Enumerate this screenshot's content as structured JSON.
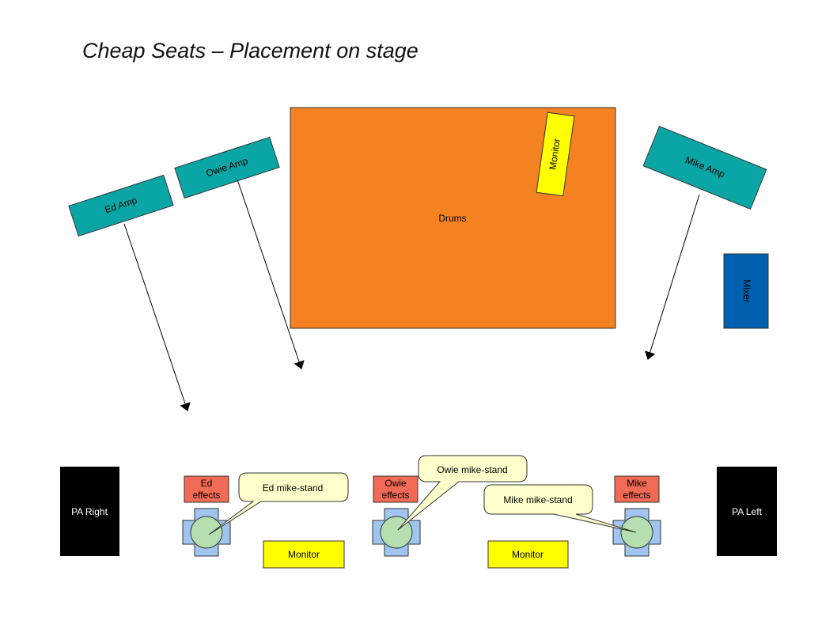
{
  "title": "Cheap Seats – Placement on stage",
  "labels": {
    "drums": "Drums",
    "drum_monitor": "Monitor",
    "ed_amp": "Ed Amp",
    "owie_amp": "Owie Amp",
    "mike_amp": "Mike Amp",
    "mixer": "Mixer",
    "pa_right": "PA Right",
    "pa_left": "PA Left",
    "ed_effects_line1": "Ed",
    "ed_effects_line2": "effects",
    "owie_effects_line1": "Owie",
    "owie_effects_line2": "effects",
    "mike_effects_line1": "Mike",
    "mike_effects_line2": "effects",
    "ed_mike_stand": "Ed mike-stand",
    "owie_mike_stand": "Owie mike-stand",
    "mike_mike_stand": "Mike mike-stand",
    "floor_monitor_left": "Monitor",
    "floor_monitor_right": "Monitor"
  },
  "colors": {
    "drums": "#f58220",
    "amp": "#0aa6a6",
    "mixer": "#0060b0",
    "monitor": "#ffff00",
    "pa": "#000000",
    "effects": "#f06a55",
    "callout": "#ffffcc",
    "stand_cross": "#9fc5f0",
    "stand_circle": "#b5dfb0"
  }
}
